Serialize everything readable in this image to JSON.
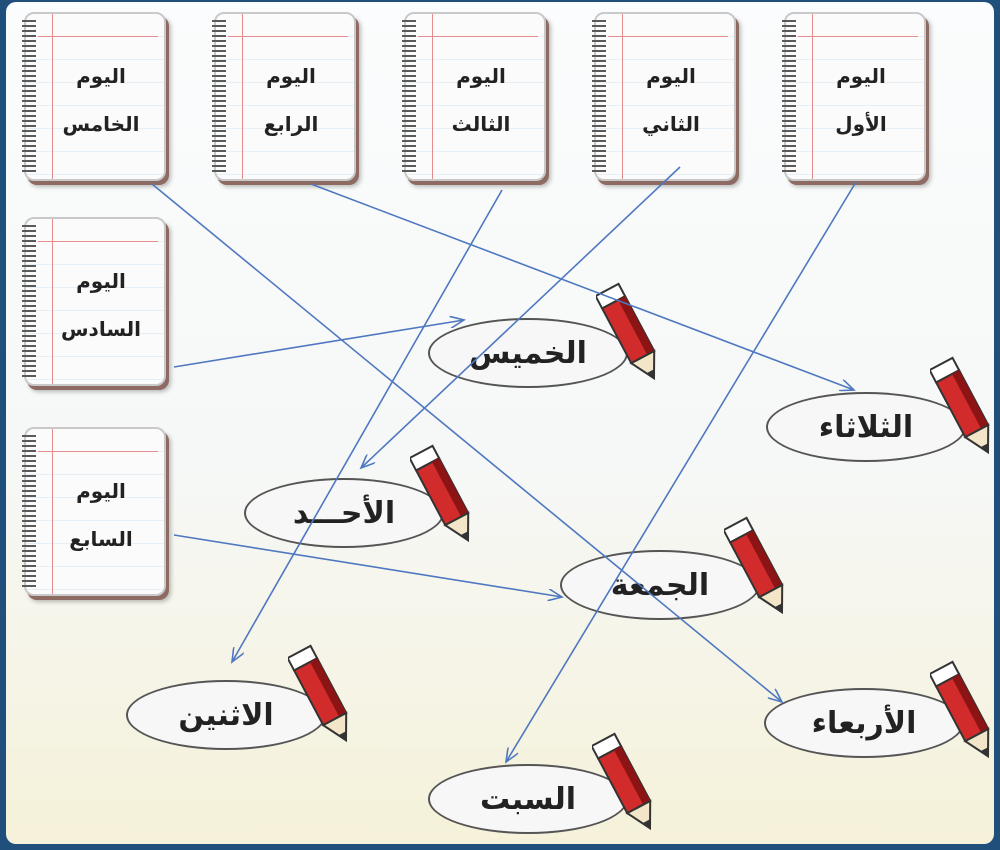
{
  "days": [
    {
      "line1": "اليوم",
      "line2": "الأول"
    },
    {
      "line1": "اليوم",
      "line2": "الثاني"
    },
    {
      "line1": "اليوم",
      "line2": "الثالث"
    },
    {
      "line1": "اليوم",
      "line2": "الرابع"
    },
    {
      "line1": "اليوم",
      "line2": "الخامس"
    },
    {
      "line1": "اليوم",
      "line2": "السادس"
    },
    {
      "line1": "اليوم",
      "line2": "السابع"
    }
  ],
  "weekdays": {
    "thursday": "الخميس",
    "tuesday": "الثلاثاء",
    "sunday": "الأحـــد",
    "friday": "الجمعة",
    "monday": "الاثنين",
    "wednesday": "الأربعاء",
    "saturday": "السبت"
  },
  "colors": {
    "arrow": "#4f78c0",
    "pencil_body": "#d22b2b",
    "pencil_dark": "#8c1414"
  },
  "icons": [
    "notebook-icon",
    "pencil-icon",
    "arrow-connector"
  ]
}
